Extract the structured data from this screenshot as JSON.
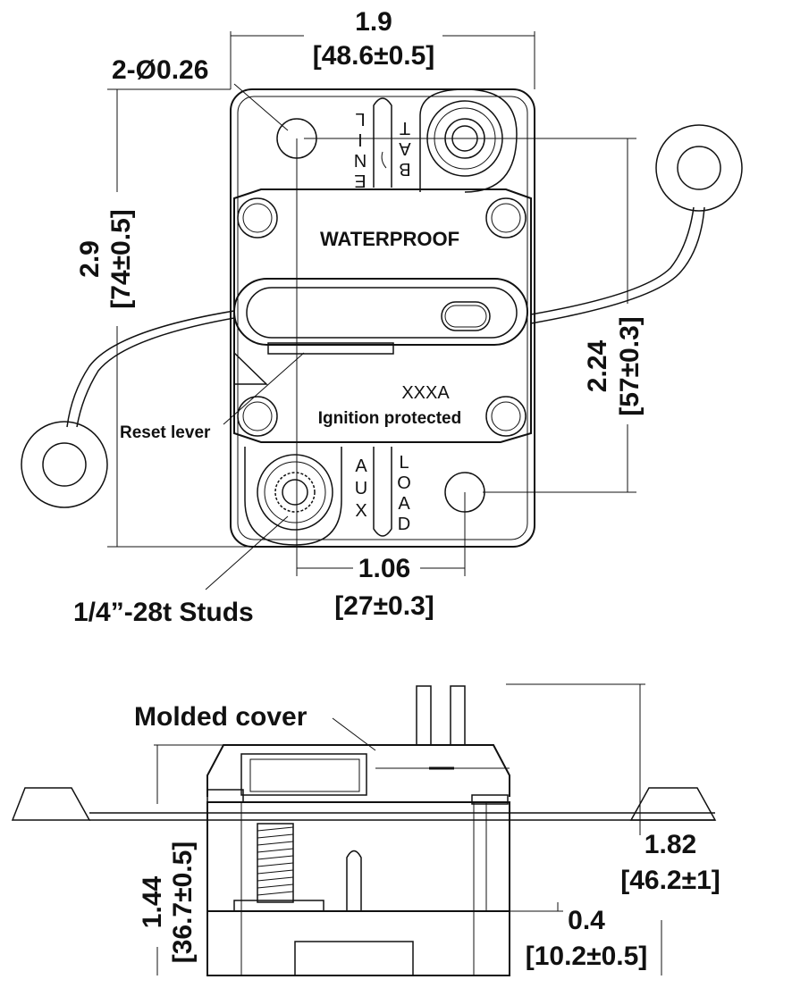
{
  "top_view": {
    "width_dim": {
      "inch": "1.9",
      "mm": "[48.6±0.5]"
    },
    "hole_label": "2-Ø0.26",
    "height_dim": {
      "inch": "2.9",
      "mm": "[74±0.5]"
    },
    "hole_spacing_dim": {
      "inch": "2.24",
      "mm": "[57±0.3]"
    },
    "stud_spacing_dim": {
      "inch": "1.06",
      "mm": "[27±0.3]"
    },
    "front_text": "WATERPROOF",
    "rating_text": "XXXA",
    "ignition_text": "Ignition protected",
    "reset_label": "Reset lever",
    "studs_label": "1/4”-28t Studs",
    "top_terminal_left": [
      "L",
      "I",
      "N",
      "E"
    ],
    "top_terminal_right": [
      "B",
      "A",
      "T"
    ],
    "bottom_terminal_left": [
      "A",
      "U",
      "X"
    ],
    "bottom_terminal_right": [
      "L",
      "O",
      "A",
      "D"
    ]
  },
  "side_view": {
    "cover_label": "Molded cover",
    "overall_height_dim": {
      "inch": "1.82",
      "mm": "[46.2±1]"
    },
    "body_height_dim": {
      "inch": "1.44",
      "mm": "[36.7±0.5]"
    },
    "base_height_dim": {
      "inch": "0.4",
      "mm": "[10.2±0.5]"
    }
  }
}
